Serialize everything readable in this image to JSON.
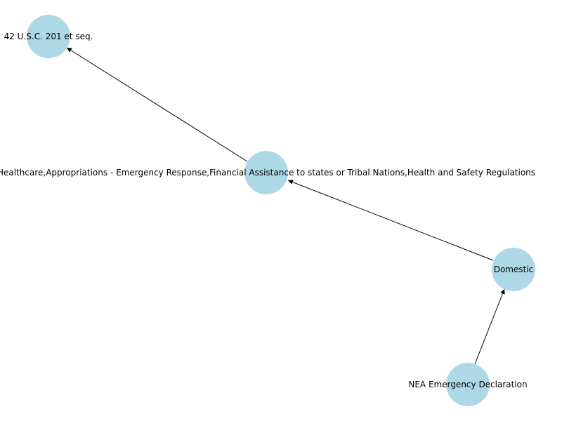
{
  "graph": {
    "node_color": "#add8e6",
    "edge_color": "#000000",
    "nodes": [
      {
        "id": "usc",
        "label": "42 U.S.C. 201 et seq."
      },
      {
        "id": "category",
        "label": "Healthcare,Appropriations - Emergency Response,Financial Assistance to states or Tribal Nations,Health and Safety Regulations"
      },
      {
        "id": "domestic",
        "label": "Domestic"
      },
      {
        "id": "nea",
        "label": "NEA Emergency Declaration"
      }
    ],
    "edges": [
      {
        "from": "nea",
        "to": "domestic"
      },
      {
        "from": "domestic",
        "to": "category"
      },
      {
        "from": "category",
        "to": "usc"
      }
    ]
  }
}
